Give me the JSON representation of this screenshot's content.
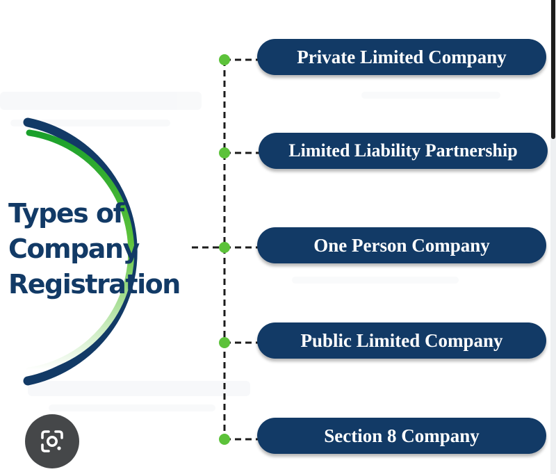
{
  "diagram": {
    "title_lines": [
      "Types of",
      "Company",
      "Registration"
    ],
    "branches": [
      {
        "label": "Private Limited Company"
      },
      {
        "label": "Limited Liability Partnership"
      },
      {
        "label": "One Person Company"
      },
      {
        "label": "Public Limited Company"
      },
      {
        "label": "Section 8 Company"
      }
    ]
  },
  "colors": {
    "navy": "#123a66",
    "green": "#5cc23a",
    "connector": "#1b1b1b",
    "lens_button": "#454749"
  },
  "overlay": {
    "lens_button_icon": "google-lens-icon"
  }
}
